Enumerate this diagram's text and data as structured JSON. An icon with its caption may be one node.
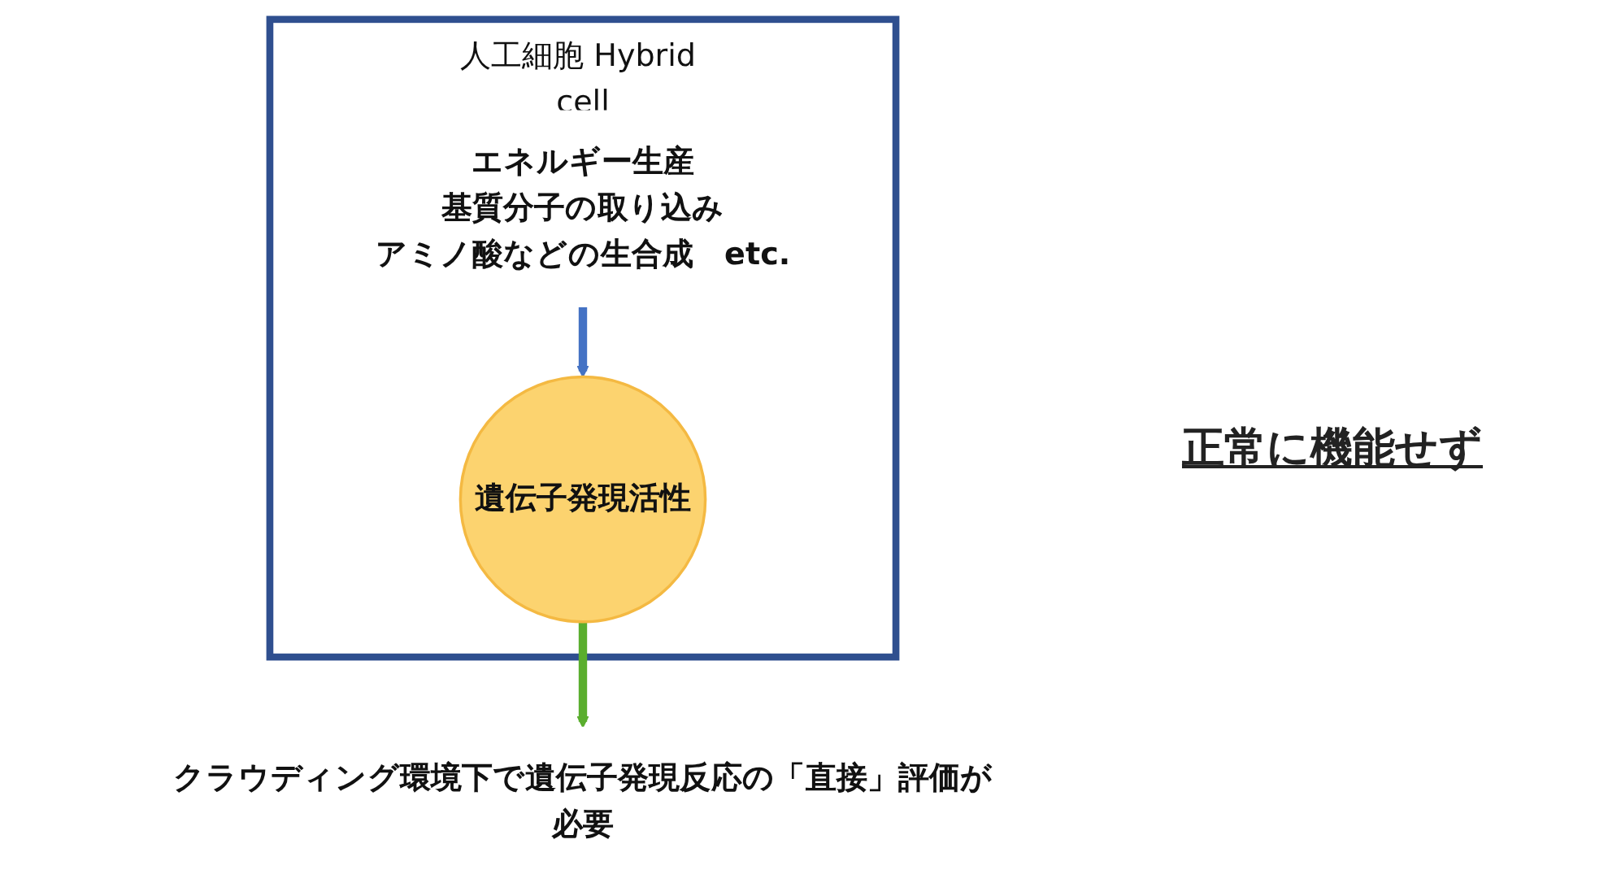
{
  "diagram": {
    "nodes": [
      {
        "text": [
          "人工細胞 Hybrid cell"
        ]
      },
      {
        "text": [
          "遺伝子発現活性"
        ],
        "in": 0
      },
      {
        "text": [
          "エネルギー生産",
          "基質分子の取り込み",
          "アミノ酸などの生合成　etc."
        ],
        "in": 0
      },
      {
        "text": [
          "クラウディング環境下で遺伝子発現反応の「直接」評価が必要"
        ]
      }
    ],
    "edges": [
      {
        "from": 2,
        "to": 1,
        "arrow": "to",
        "color": "#4472c4"
      },
      {
        "from": 1,
        "to": 3,
        "arrow": "to",
        "color": "#5aae2e"
      }
    ],
    "labels": [
      "正常に機能せず"
    ]
  }
}
